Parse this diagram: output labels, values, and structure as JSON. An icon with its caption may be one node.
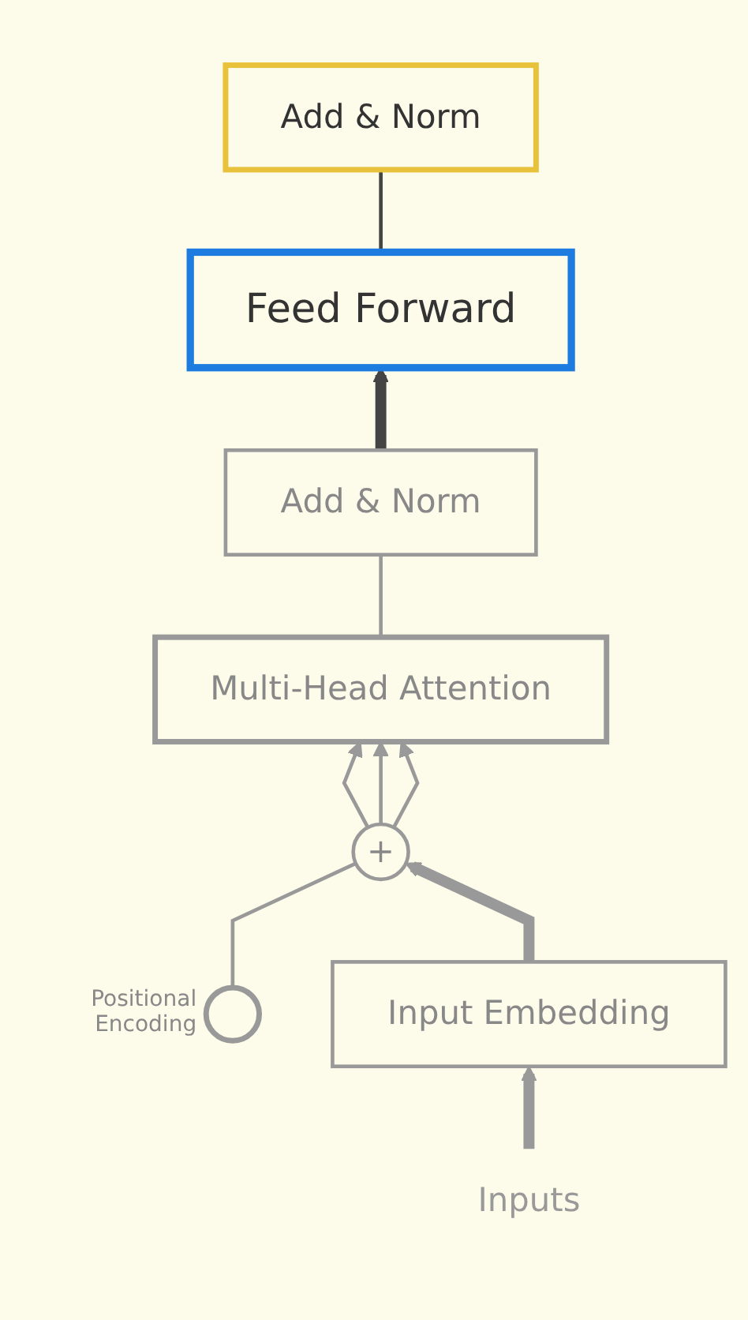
{
  "diagram": {
    "nodes": [
      {
        "text": [
          "Add & Norm"
        ]
      },
      {
        "text": [
          "Feed Forward"
        ]
      },
      {
        "text": [
          "Add & Norm"
        ]
      },
      {
        "text": [
          "Multi-Head Attention"
        ]
      },
      {
        "text": [],
        "shape": "circle",
        "beside": [
          "Positional Encoding"
        ]
      },
      {
        "text": [
          "+"
        ]
      },
      {
        "text": [
          "Input Embedding"
        ]
      },
      {
        "text": [
          "Inputs"
        ]
      }
    ],
    "edges": [
      {
        "from": 1,
        "to": 0,
        "arrow": "none",
        "color": "#444444"
      },
      {
        "from": 2,
        "to": 1,
        "arrow": "to",
        "style": "thick",
        "color": "#444444"
      },
      {
        "from": 3,
        "to": 2,
        "arrow": "none"
      },
      {
        "from": 5,
        "to": 3,
        "arrow": "to"
      },
      {
        "from": 5,
        "to": 3,
        "arrow": "to"
      },
      {
        "from": 5,
        "to": 3,
        "arrow": "to"
      },
      {
        "from": 4,
        "to": 5,
        "arrow": "none"
      },
      {
        "from": 6,
        "to": 5,
        "arrow": "to",
        "style": "thick"
      },
      {
        "from": 7,
        "to": 6,
        "arrow": "to",
        "style": "thick"
      }
    ]
  }
}
